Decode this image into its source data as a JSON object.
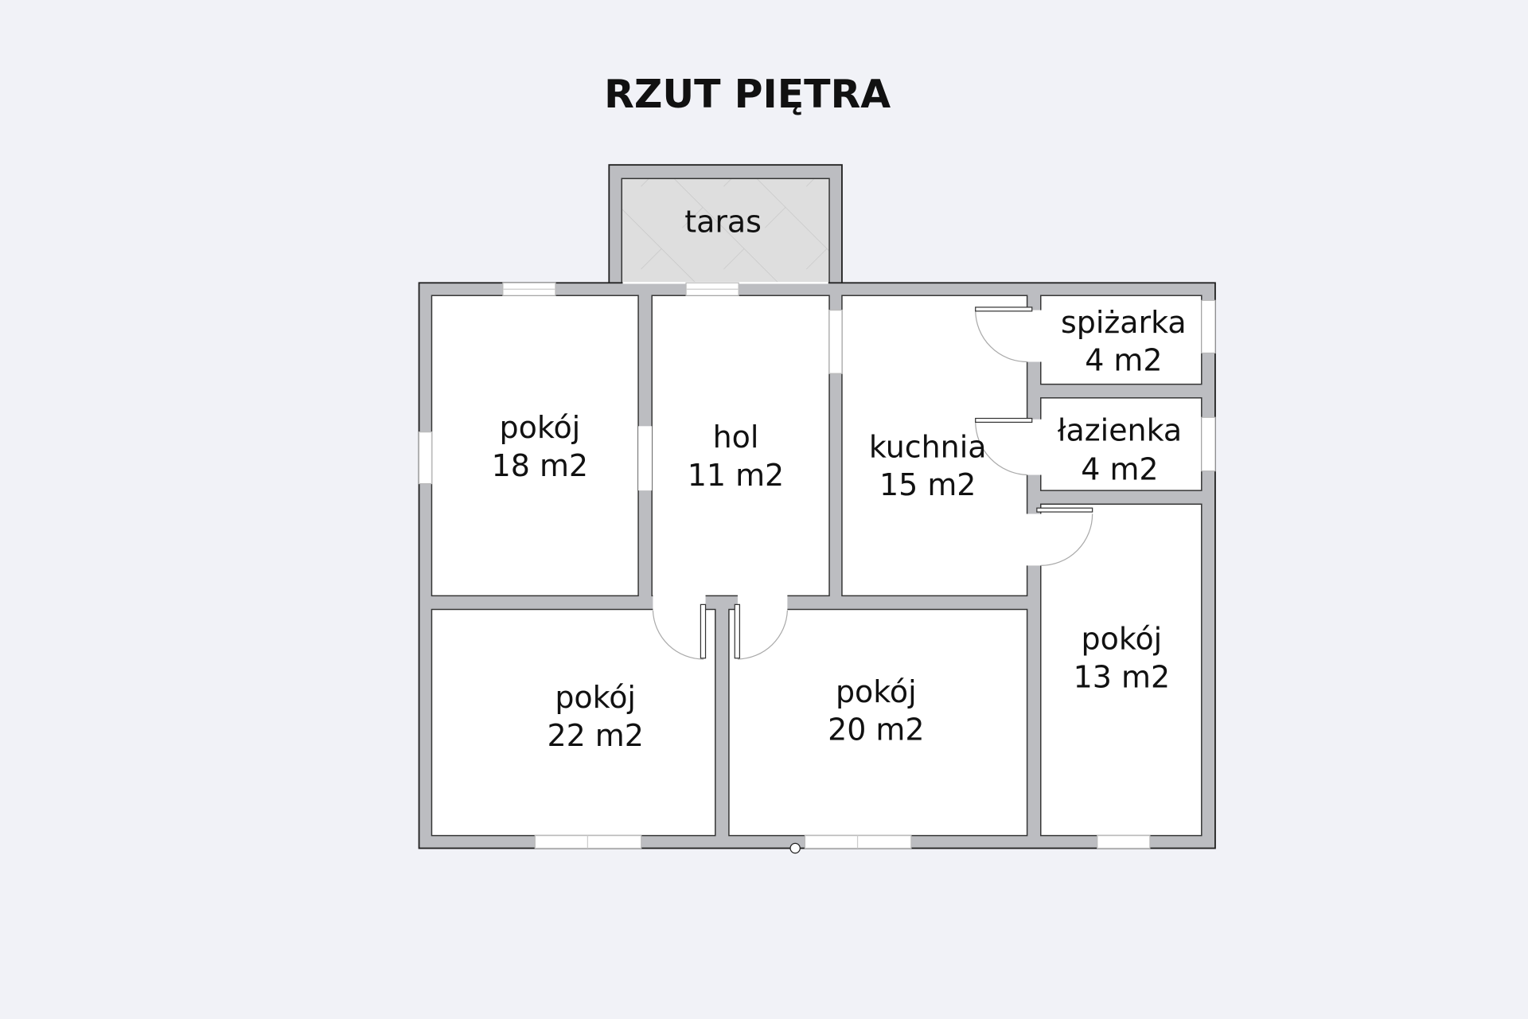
{
  "title": "RZUT PIĘTRA",
  "rooms": {
    "taras": {
      "name": "taras"
    },
    "pokoj18": {
      "name": "pokój",
      "area": "18 m2"
    },
    "hol": {
      "name": "hol",
      "area": "11 m2"
    },
    "kuchnia": {
      "name": "kuchnia",
      "area": "15 m2"
    },
    "spizarka": {
      "name": "spiżarka",
      "area": "4 m2"
    },
    "lazienka": {
      "name": "łazienka",
      "area": "4 m2"
    },
    "pokoj13": {
      "name": "pokój",
      "area": "13 m2"
    },
    "pokoj22": {
      "name": "pokój",
      "area": "22 m2"
    },
    "pokoj20": {
      "name": "pokój",
      "area": "20 m2"
    }
  },
  "colors": {
    "wall": "#bcbdc1",
    "background": "#f1f2f7",
    "terrace": "#dcdcdc"
  }
}
